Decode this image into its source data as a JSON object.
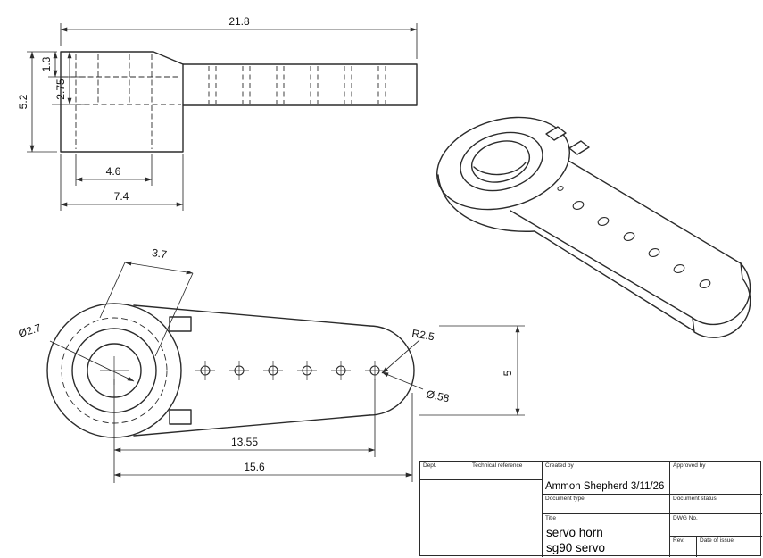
{
  "colors": {
    "line": "#2b2b2b",
    "background": "#ffffff"
  },
  "views": {
    "side_view": {
      "dims": {
        "overall_length": "21.8",
        "step_height": "1.3",
        "overall_height": "5.2",
        "hub_height": "2.75",
        "bore_width": "4.6",
        "hub_width": "7.4"
      }
    },
    "plan_view": {
      "dims": {
        "boss_width": "3.7",
        "bore_diameter": "Ø2.7",
        "tip_radius": "R2.5",
        "hole_diameter": "Ø.58",
        "tip_width": "5",
        "last_hole_distance": "13.55",
        "overall_length": "15.6"
      }
    }
  },
  "title_block": {
    "dept_label": "Dept.",
    "technical_reference_label": "Technical reference",
    "created_by_label": "Created by",
    "created_by_value": "Ammon Shepherd  3/11/26",
    "approved_by_label": "Approved by",
    "document_type_label": "Document type",
    "document_status_label": "Document status",
    "title_label": "Title",
    "title_line1": "servo horn",
    "title_line2": "sg90 servo",
    "dwg_no_label": "DWG No.",
    "rev_label": "Rev.",
    "date_of_issue_label": "Date of issue"
  }
}
